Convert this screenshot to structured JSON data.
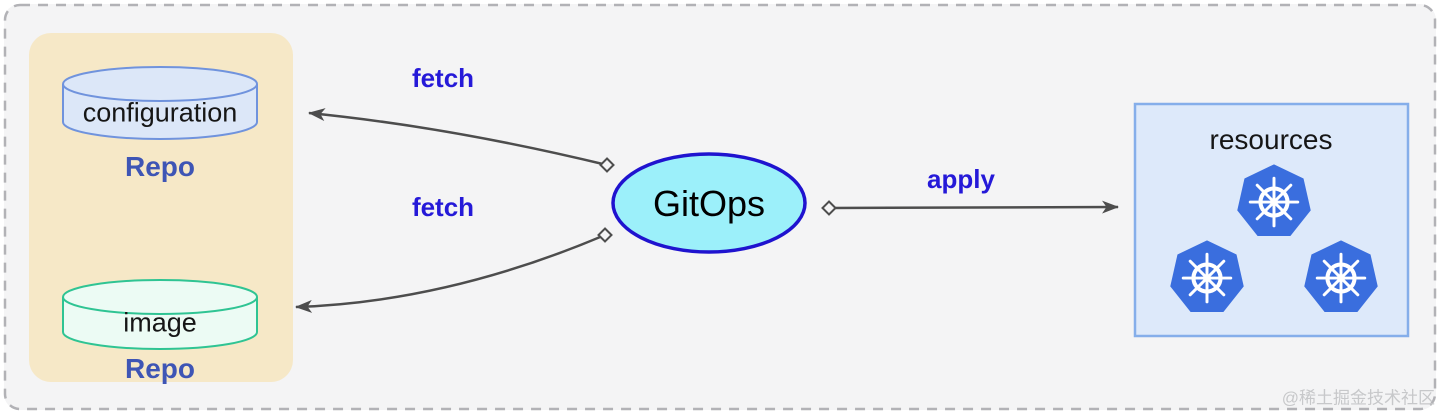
{
  "diagram": {
    "repos_group": {
      "configuration_db": {
        "label": "configuration",
        "caption": "Repo",
        "icon": "database-cylinder-icon"
      },
      "image_db": {
        "label": "image",
        "caption": "Repo",
        "icon": "database-cylinder-icon"
      }
    },
    "gitops_node": {
      "label": "GitOps"
    },
    "resources_box": {
      "label": "resources",
      "icon": "kubernetes-icon",
      "icon_count": 3
    },
    "edges": {
      "fetch_configuration": {
        "label": "fetch"
      },
      "fetch_image": {
        "label": "fetch"
      },
      "apply": {
        "label": "apply"
      }
    },
    "watermark": "@稀土掘金技术社区",
    "colors": {
      "background": "#f4f4f5",
      "dashed_border": "#b2b2b6",
      "repos_group_bg": "#f6e8c7",
      "config_db_fill": "#dce7f8",
      "config_db_stroke": "#7093dd",
      "image_db_fill": "#ecfbf4",
      "image_db_stroke": "#2fc493",
      "repo_caption_text": "#3e55b5",
      "edge_label_text": "#2519d8",
      "gitops_fill": "#9cf0fa",
      "gitops_stroke": "#1f13cf",
      "resources_fill": "#dde9fa",
      "resources_stroke": "#85aeea",
      "kubernetes_blue": "#3a6ede",
      "arrow": "#4d4d4d"
    }
  }
}
